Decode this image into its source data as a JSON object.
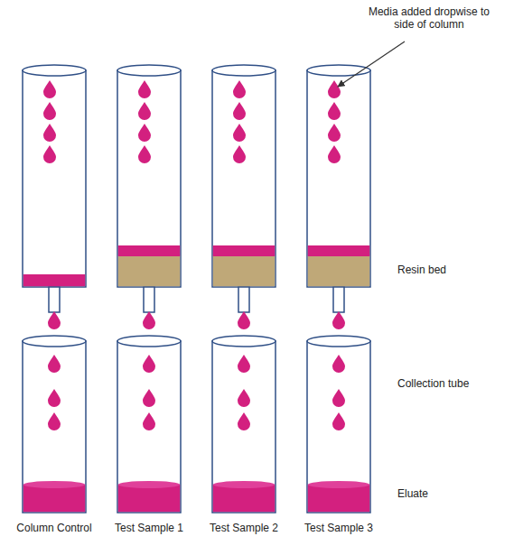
{
  "diagram": {
    "labels": [
      "Media added dropwise to side of column",
      "Resin bed",
      "Collection tube",
      "Eluate",
      "Column Control",
      "Test Sample 1",
      "Test Sample 2",
      "Test Sample 3"
    ]
  }
}
